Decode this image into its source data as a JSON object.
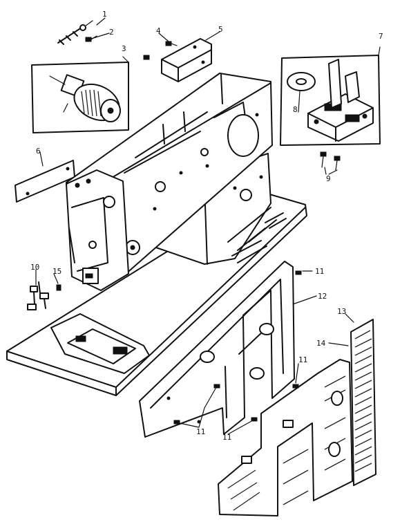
{
  "callouts": [
    {
      "id": "c1",
      "text": "1"
    },
    {
      "id": "c2",
      "text": "2"
    },
    {
      "id": "c3",
      "text": "3"
    },
    {
      "id": "c4",
      "text": "4"
    },
    {
      "id": "c5",
      "text": "5"
    },
    {
      "id": "c7",
      "text": "7"
    },
    {
      "id": "c8",
      "text": "8"
    },
    {
      "id": "c9",
      "text": "9"
    },
    {
      "id": "c6",
      "text": "6"
    },
    {
      "id": "c10",
      "text": "10"
    },
    {
      "id": "c15",
      "text": "15"
    },
    {
      "id": "c11a",
      "text": "11"
    },
    {
      "id": "c12",
      "text": "12"
    },
    {
      "id": "c13",
      "text": "13"
    },
    {
      "id": "c14",
      "text": "14"
    },
    {
      "id": "c11b",
      "text": "11"
    },
    {
      "id": "c11c",
      "text": "11"
    },
    {
      "id": "c11d",
      "text": "11"
    }
  ]
}
